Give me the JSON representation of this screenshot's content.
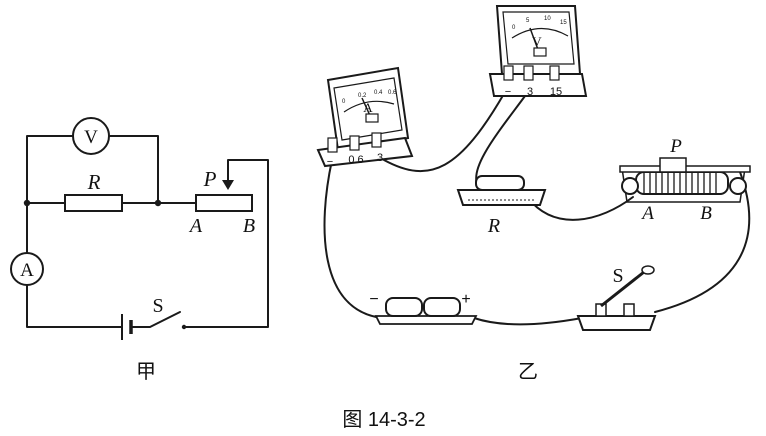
{
  "caption": "图 14-3-2",
  "schematic": {
    "panel_label": "甲",
    "voltmeter": "V",
    "ammeter": "A",
    "resistor": "R",
    "slider": "P",
    "end_a": "A",
    "end_b": "B",
    "switch": "S"
  },
  "physical": {
    "panel_label": "乙",
    "ammeter": {
      "face_letter": "A",
      "terminals": [
        "−",
        "0.6",
        "3"
      ],
      "scale_ticks": [
        "0",
        "0.2",
        "0.4",
        "0.6"
      ]
    },
    "voltmeter": {
      "face_letter": "V",
      "terminals": [
        "−",
        "3",
        "15"
      ],
      "scale_ticks": [
        "0",
        "5",
        "10",
        "15"
      ]
    },
    "resistor": "R",
    "rheostat": {
      "slider": "P",
      "end_a": "A",
      "end_b": "B"
    },
    "battery": {
      "negative": "−",
      "positive": "+"
    },
    "switch": "S"
  }
}
